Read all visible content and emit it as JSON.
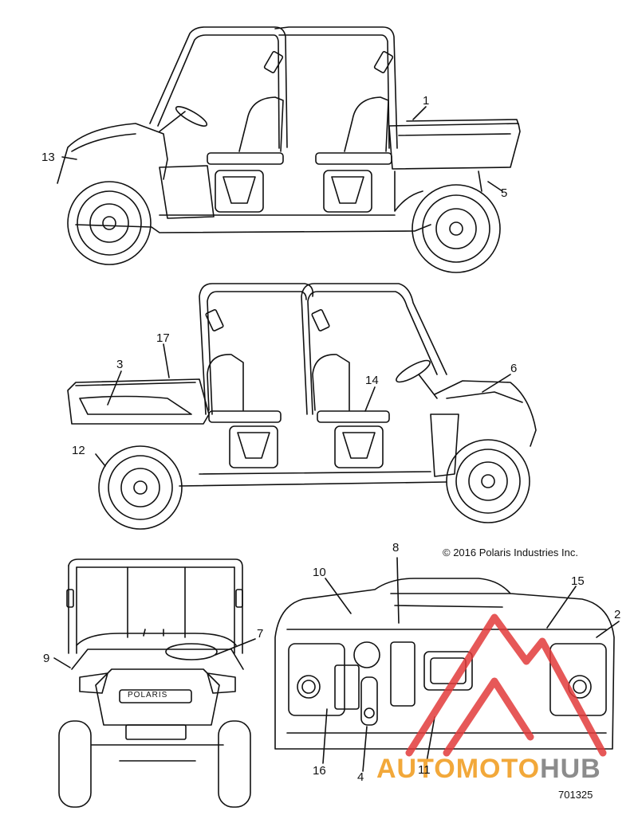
{
  "callouts": {
    "c1": "1",
    "c2": "2",
    "c3": "3",
    "c4": "4",
    "c5": "5",
    "c6": "6",
    "c7": "7",
    "c8": "8",
    "c9": "9",
    "c10": "10",
    "c11": "11",
    "c12": "12",
    "c13": "13",
    "c14": "14",
    "c15": "15",
    "c16": "16",
    "c17": "17"
  },
  "copyright": "© 2016 Polaris Industries Inc.",
  "part_number": "701325",
  "grille_badge": "POLARIS",
  "watermark": {
    "part1": "AUTOMOTO",
    "part2": "HUB"
  },
  "colors": {
    "line": "#111111",
    "watermark_red": "#e23b3b",
    "watermark_orange": "#f2a83a",
    "watermark_gray": "#8c8c8c"
  }
}
